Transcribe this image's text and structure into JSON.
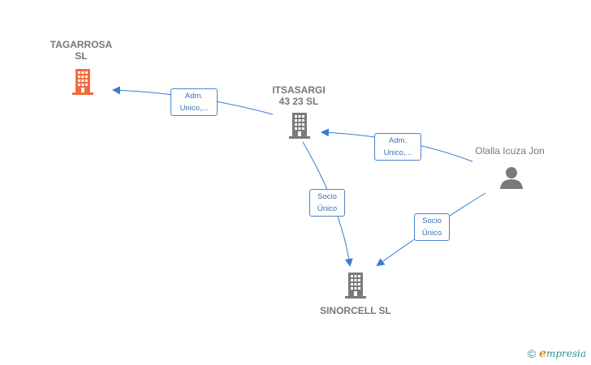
{
  "nodes": {
    "tagarrosa": {
      "label": "TAGARROSA\nSL",
      "type": "company",
      "color": "#f26a3d"
    },
    "itsasargi": {
      "label": "ITSASARGI\n43 23  SL",
      "type": "company",
      "color": "#7a7a7a"
    },
    "sinorcell": {
      "label": "SINORCELL SL",
      "type": "company",
      "color": "#7a7a7a"
    },
    "olalla": {
      "label": "Olalla Icuza Jon",
      "type": "person",
      "color": "#7a7a7a"
    }
  },
  "edges": {
    "itsasargi_tagarrosa": {
      "label": "Adm.\nUnico,..."
    },
    "olalla_itsasargi": {
      "label": "Adm.\nUnico,..."
    },
    "itsasargi_sinorcell": {
      "label": "Socio\nÚnico"
    },
    "olalla_sinorcell": {
      "label": "Socio\nÚnico"
    }
  },
  "brand": {
    "copyright": "©",
    "e": "e",
    "rest": "mpresia"
  },
  "colors": {
    "edge": "#3a7bd5",
    "edge_label_border": "#4a86c8",
    "edge_label_text": "#3a6fb0"
  },
  "icons": {
    "company": "building-icon",
    "person": "person-icon"
  }
}
